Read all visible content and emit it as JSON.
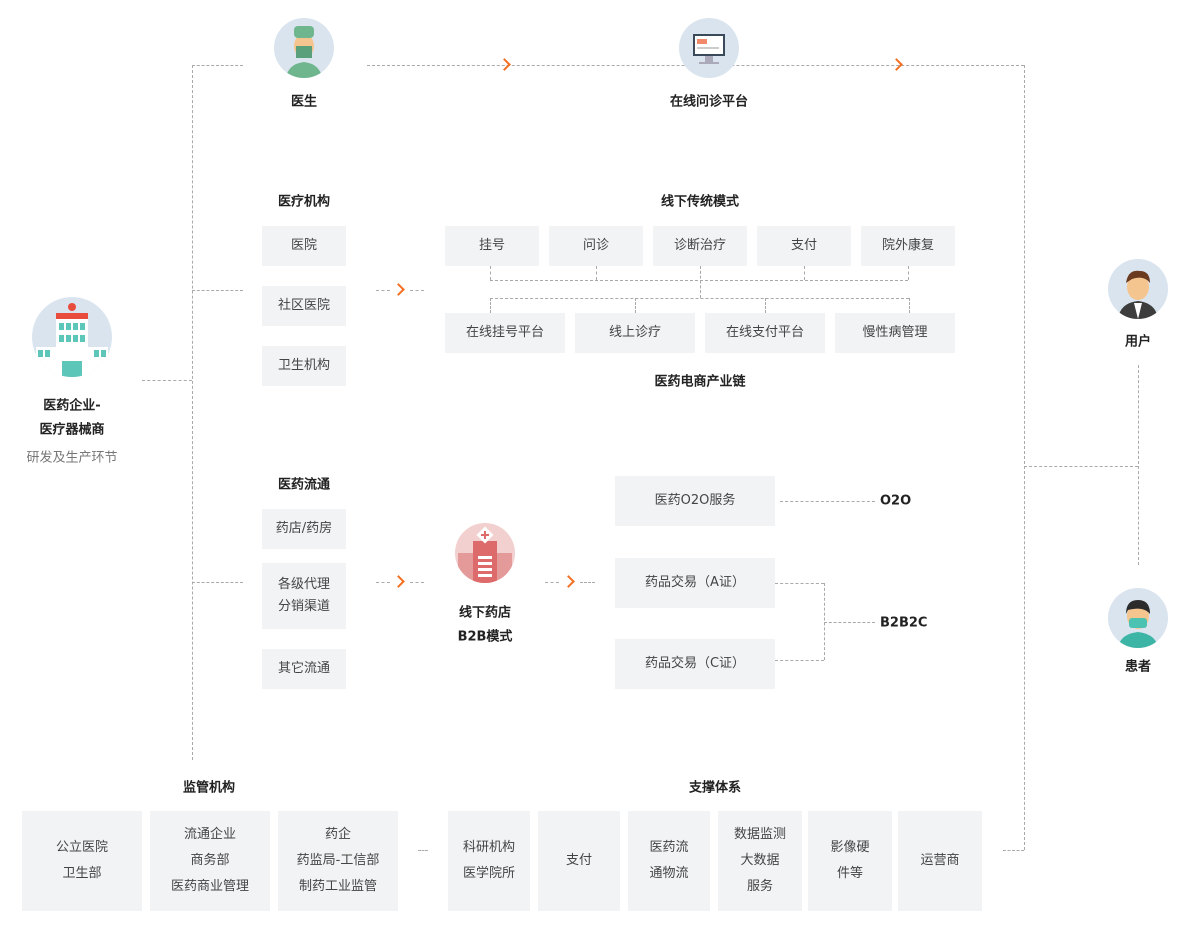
{
  "top": {
    "doctor": "医生",
    "platform": "在线问诊平台"
  },
  "left": {
    "line1": "医药企业-",
    "line2": "医疗器械商",
    "sub": "研发及生产环节"
  },
  "medical": {
    "title": "医疗机构",
    "items": [
      "医院",
      "社区医院",
      "卫生机构"
    ]
  },
  "offline": {
    "title": "线下传统模式",
    "top": [
      "挂号",
      "问诊",
      "诊断治疗",
      "支付",
      "院外康复"
    ],
    "bottom": [
      "在线挂号平台",
      "线上诊疗",
      "在线支付平台",
      "慢性病管理"
    ],
    "caption": "医药电商产业链"
  },
  "distribution": {
    "title": "医药流通",
    "items": [
      "药店/药房",
      "各级代理\n分销渠道",
      "其它流通"
    ]
  },
  "pharmacy": {
    "line1": "线下药店",
    "line2": "B2B模式"
  },
  "services": {
    "o2o": "医药O2O服务",
    "a": "药品交易（A证）",
    "c": "药品交易（C证）",
    "tag_o2o": "O2O",
    "tag_b2b2c": "B2B2C"
  },
  "right": {
    "user": "用户",
    "patient": "患者"
  },
  "regulators": {
    "title": "监管机构",
    "items": [
      "公立医院\n卫生部",
      "流通企业\n商务部\n医药商业管理",
      "药企\n药监局-工信部\n制药工业监管"
    ]
  },
  "support": {
    "title": "支撑体系",
    "items": [
      "科研机构\n医学院所",
      "支付",
      "医药流\n通物流",
      "数据监测\n大数据\n服务",
      "影像硬\n件等",
      "运营商"
    ]
  },
  "colors": {
    "accent": "#f36f21",
    "box": "#f2f3f5",
    "line": "#aaaaaa"
  }
}
